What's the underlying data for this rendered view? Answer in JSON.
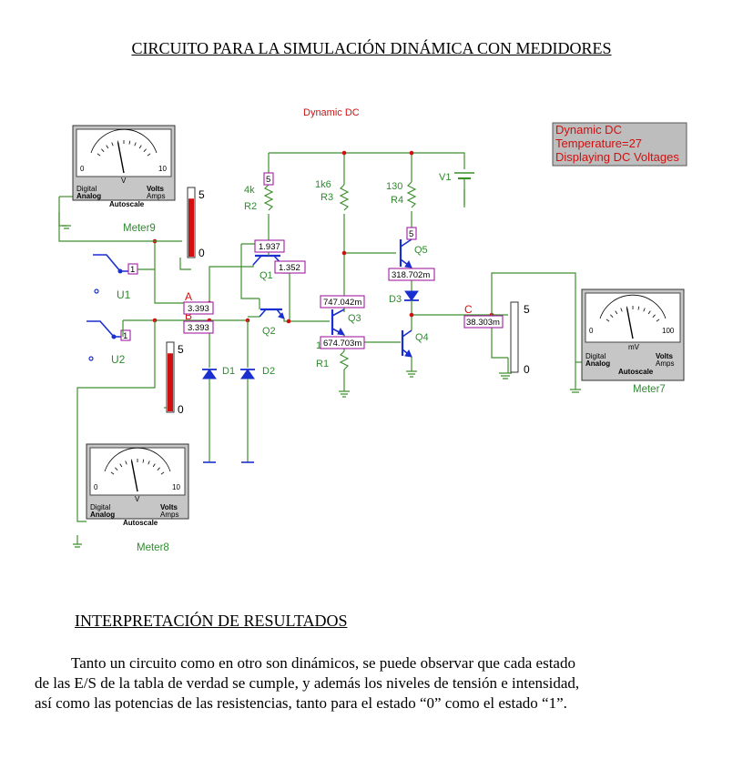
{
  "header": {
    "title": "CIRCUITO PARA LA SIMULACIÓN DINÁMICA CON MEDIDORES"
  },
  "schematic": {
    "mode_label": "Dynamic DC",
    "info_box": {
      "line1": "Dynamic DC",
      "line2": "Temperature=27",
      "line3": "Displaying DC Voltages"
    },
    "components": {
      "r2": {
        "name": "R2",
        "value": "4k"
      },
      "r3": {
        "name": "R3",
        "value": "1k6"
      },
      "r4": {
        "name": "R4",
        "value": "130"
      },
      "r1": {
        "name": "R1",
        "value": "1k"
      },
      "v1": "V1",
      "q1": "Q1",
      "q2": "Q2",
      "q3": "Q3",
      "q4": "Q4",
      "q5": "Q5",
      "d1": "D1",
      "d2": "D2",
      "d3": "D3",
      "u1": "U1",
      "u2": "U2"
    },
    "nodes": {
      "a": "A",
      "b": "B",
      "c": "C"
    },
    "probes": {
      "r2_top": "5",
      "r4_top": "5",
      "q1_base": "1.937",
      "q1_emit": "1.352",
      "node_a": "3.393",
      "node_b": "3.393",
      "q3_base": "747.042m",
      "q3_emit": "674.703m",
      "q5_emit": "318.702m",
      "node_c": "38.303m",
      "u1_out": "1",
      "u2_out": "1"
    },
    "bars": {
      "bar1": {
        "max": "5",
        "min": "0",
        "level": 0.85
      },
      "bar2": {
        "max": "5",
        "min": "0",
        "level": 0.85
      },
      "bar3": {
        "max": "5",
        "min": "0",
        "level": 0.0
      }
    },
    "meters": {
      "meter9": {
        "name": "Meter9",
        "unit": "V",
        "scale_min": "0",
        "scale_max": "10",
        "digital": "Digital",
        "analog": "Analog",
        "volts": "Volts",
        "amps": "Amps",
        "autoscale": "Autoscale",
        "reading": 0.4
      },
      "meter8": {
        "name": "Meter8",
        "unit": "V",
        "scale_min": "0",
        "scale_max": "10",
        "digital": "Digital",
        "analog": "Analog",
        "volts": "Volts",
        "amps": "Amps",
        "autoscale": "Autoscale",
        "reading": 0.4
      },
      "meter7": {
        "name": "Meter7",
        "unit": "mV",
        "scale_min": "0",
        "scale_max": "100",
        "digital": "Digital",
        "analog": "Analog",
        "volts": "Volts",
        "amps": "Amps",
        "autoscale": "Autoscale",
        "reading": 0.4
      }
    }
  },
  "results": {
    "heading": "INTERPRETACIÓN DE RESULTADOS",
    "line1": "Tanto un circuito como en otro son dinámicos, se puede observar que cada estado",
    "line2": "de las E/S de la tabla de verdad se cumple, y además los niveles de tensión e intensidad,",
    "line3": "así como las potencias de las resistencias, tanto para el estado “0” como el estado “1”."
  }
}
